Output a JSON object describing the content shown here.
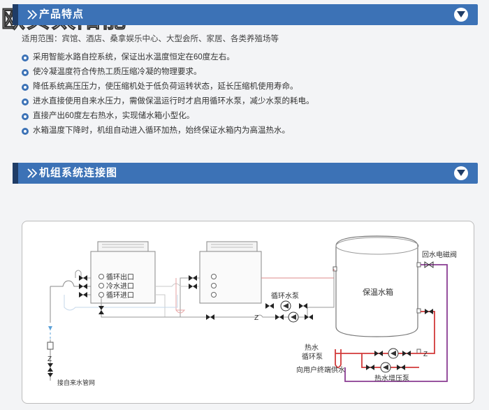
{
  "watermark": "欧贝太阳能",
  "section1": {
    "title": "产品特点"
  },
  "scope": "适用范围：宾馆、酒店、桑拿娱乐中心、大型会所、家居、各类养殖场等",
  "features": [
    "采用智能水路自控系统，保证出水温度恒定在60度左右。",
    "使冷凝温度符合传热工质压缩冷凝的物理要求。",
    "降低系统高压压力，使压缩机处于低负荷运转状态，延长压缩机使用寿命。",
    "进水直接使用自来水压力，需做保温运行时才启用循环水泵，减少水泵的耗电。",
    "直接产出60度左右热水，实现储水箱小型化。",
    "水箱温度下降时，机组自动进入循环加热，始终保证水箱内为高温热水。"
  ],
  "section2": {
    "title": "机组系统连接图"
  },
  "diagram": {
    "unit_ports": [
      "循环出口",
      "冷水进口",
      "循环进口"
    ],
    "tank": "保温水箱",
    "circulation_pump": "循环水泵",
    "return_valve": "回水电磁阀",
    "hot_pump_line1": "热水",
    "hot_pump_line2": "循环泵",
    "user_supply": "向用户终端供水",
    "booster_pump": "热水增压泵",
    "water_inlet": "接自来水管网",
    "check_mark": "Z"
  },
  "colors": {
    "accent": "#3c72b6",
    "hot_line": "#d23a3a",
    "purple_line": "#8a3d93",
    "cold_line": "#5aa0d8"
  }
}
